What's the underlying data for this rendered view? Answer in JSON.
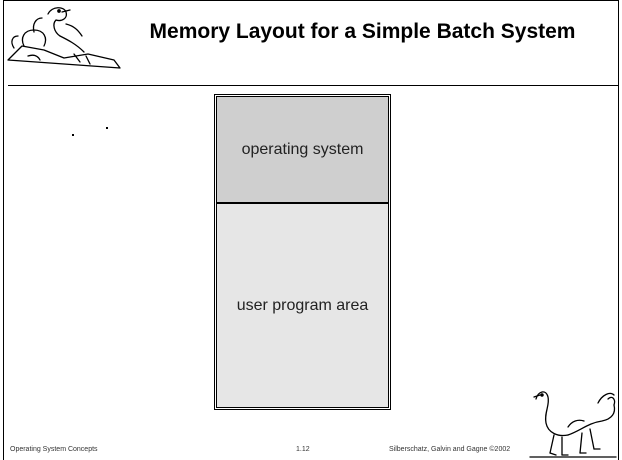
{
  "slide": {
    "title": "Memory Layout for a Simple Batch System"
  },
  "memory": {
    "regions": [
      {
        "label": "operating system",
        "fill": "#cfcfcf"
      },
      {
        "label": "user program area",
        "fill": "#e6e6e6"
      }
    ]
  },
  "footer": {
    "left": "Operating System Concepts",
    "center": "1.12",
    "right": "Silberschatz, Galvin and  Gagne ©2002"
  },
  "decorations": {
    "top_logo": "dinosaur-sketch-icon",
    "bottom_logo": "dinosaur-sketch-icon"
  }
}
